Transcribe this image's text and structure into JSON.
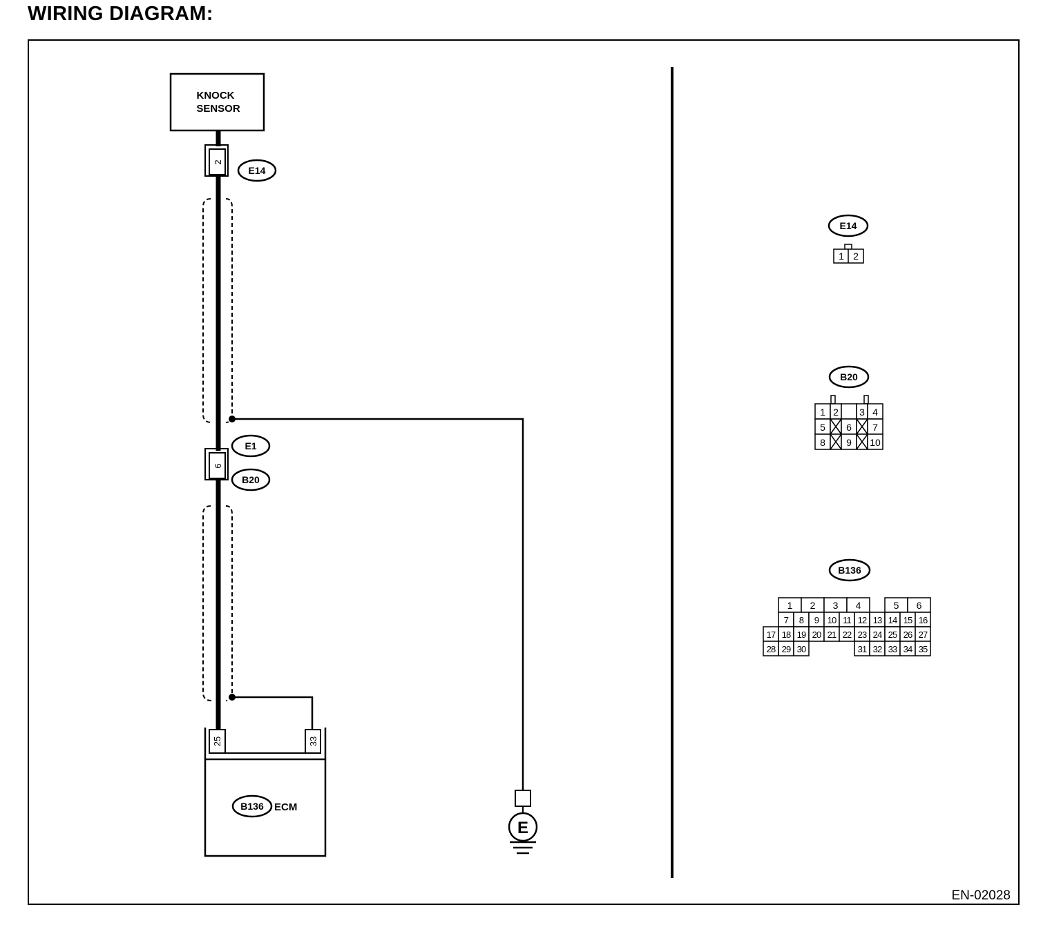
{
  "title": "WIRING DIAGRAM:",
  "diagram_code": "EN-02028",
  "schematic": {
    "knock_sensor_line1": "KNOCK",
    "knock_sensor_line2": "SENSOR",
    "connector_e14": "E14",
    "connector_e1": "E1",
    "connector_b20": "B20",
    "connector_b136": "B136",
    "ecm_label": "ECM",
    "pin_e14": "2",
    "pin_b20": "6",
    "ecm_pin_signal": "25",
    "ecm_pin_shield": "33",
    "ground_label": "E"
  },
  "connector_views": {
    "e14": {
      "label": "E14",
      "pins": [
        "1",
        "2"
      ]
    },
    "b20": {
      "label": "B20",
      "rows": [
        [
          "1",
          "2",
          "",
          "3",
          "4"
        ],
        [
          "5",
          "X",
          "6",
          "X",
          "7"
        ],
        [
          "8",
          "X",
          "9",
          "X",
          "10"
        ]
      ]
    },
    "b136": {
      "label": "B136",
      "row1": [
        "1",
        "2",
        "3",
        "4",
        "5",
        "6"
      ],
      "row2": [
        "7",
        "8",
        "9",
        "10",
        "11",
        "12",
        "13",
        "14",
        "15",
        "16"
      ],
      "row3": [
        "17",
        "18",
        "19",
        "20",
        "21",
        "22",
        "23",
        "24",
        "25",
        "26",
        "27"
      ],
      "row4a": [
        "28",
        "29",
        "30"
      ],
      "row4b": [
        "31",
        "32",
        "33",
        "34",
        "35"
      ]
    }
  }
}
